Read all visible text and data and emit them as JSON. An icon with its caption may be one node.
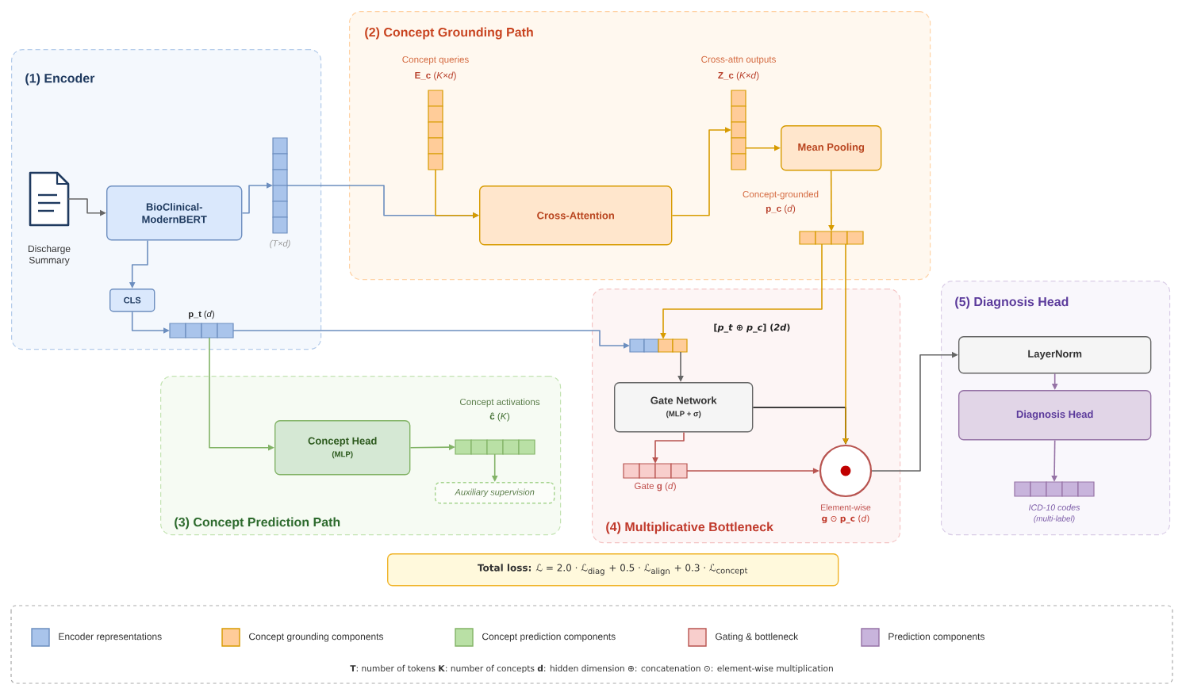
{
  "diagram": {
    "nodes": [
      {
        "text": [
          "(1) Encoder"
        ]
      },
      {
        "text": [],
        "shape": "picture",
        "in": 0,
        "beside": [
          "Discharge Summary"
        ]
      },
      {
        "text": [
          "BioClinical- ModernBERT"
        ],
        "in": 0
      },
      {
        "text": [],
        "shape": "bar",
        "in": 0,
        "beside": [
          "(T×d)"
        ]
      },
      {
        "text": [
          "CLS"
        ],
        "in": 0
      },
      {
        "text": [],
        "shape": "bar",
        "in": 0,
        "beside": [
          "**p_t** (*d*)"
        ]
      },
      {
        "text": [
          "(2) Concept Grounding Path"
        ]
      },
      {
        "text": [],
        "shape": "bar",
        "in": 6,
        "beside": [
          "Concept queries",
          "**E_c** (*K×d*)"
        ]
      },
      {
        "text": [
          "Cross-Attention"
        ],
        "in": 6
      },
      {
        "text": [],
        "shape": "bar",
        "in": 6,
        "beside": [
          "Cross-attn outputs",
          "**Z_c** (*K×d*)"
        ]
      },
      {
        "text": [
          "Mean Pooling"
        ],
        "in": 6
      },
      {
        "text": [],
        "shape": "bar",
        "in": 6,
        "beside": [
          "Concept-grounded",
          "**p_c** (*d*)"
        ]
      },
      {
        "text": [
          "(3) Concept Prediction Path"
        ]
      },
      {
        "text": [
          "Concept Head",
          "(MLP)"
        ],
        "in": 12
      },
      {
        "text": [],
        "shape": "bar",
        "in": 12,
        "beside": [
          "Concept activations",
          "**ĉ** (*K*)"
        ]
      },
      {
        "text": [
          "Auxiliary supervision"
        ],
        "in": 12
      },
      {
        "text": [
          "(4) Multiplicative Bottleneck"
        ]
      },
      {
        "text": [],
        "shape": "bar",
        "in": 16,
        "beside": [
          "[*p_t* ⊕ *p_c*] (*2d*)"
        ]
      },
      {
        "text": [
          "Gate Network",
          "(MLP + σ)"
        ],
        "in": 16
      },
      {
        "text": [],
        "shape": "bar",
        "in": 16,
        "beside": [
          "Gate **g** (*d*)"
        ]
      },
      {
        "text": [],
        "shape": "circle",
        "in": 16,
        "beside": [
          "Element-wise",
          "**g** ⊙ **p_c** (*d*)"
        ]
      },
      {
        "text": [
          "(5) Diagnosis Head"
        ]
      },
      {
        "text": [
          "LayerNorm"
        ],
        "in": 21
      },
      {
        "text": [
          "Diagnosis Head"
        ],
        "in": 21
      },
      {
        "text": [],
        "shape": "bar",
        "in": 21,
        "beside": [
          "ICD-10 codes",
          "(multi-label)"
        ]
      },
      {
        "text": [
          "**Total loss:** ℒ = 2.0 · ℒ$_{diag}$ + 0.5 · ℒ$_{align}$ + 0.3 · ℒ$_{concept}$"
        ]
      }
    ],
    "edges": [
      {
        "from": 1,
        "to": 2,
        "arrow": "to",
        "color": "#666666"
      },
      {
        "from": 2,
        "to": 3,
        "arrow": "to",
        "color": "#6c8ebf"
      },
      {
        "from": 2,
        "to": 4,
        "arrow": "to",
        "color": "#6c8ebf"
      },
      {
        "from": 4,
        "to": 5,
        "arrow": "to",
        "color": "#6c8ebf"
      },
      {
        "from": 3,
        "to": 8,
        "arrow": "to",
        "color": "#6c8ebf"
      },
      {
        "from": 7,
        "to": 8,
        "arrow": "to",
        "color": "#d79b00"
      },
      {
        "from": 8,
        "to": 9,
        "arrow": "to",
        "color": "#d79b00"
      },
      {
        "from": 9,
        "to": 10,
        "arrow": "to",
        "color": "#d79b00"
      },
      {
        "from": 10,
        "to": 11,
        "arrow": "to",
        "color": "#d79b00"
      },
      {
        "from": 5,
        "to": 17,
        "arrow": "to",
        "color": "#6c8ebf"
      },
      {
        "from": 11,
        "to": 17,
        "arrow": "to",
        "color": "#d79b00"
      },
      {
        "from": 11,
        "to": 20,
        "arrow": "to",
        "color": "#d79b00"
      },
      {
        "from": 5,
        "to": 13,
        "arrow": "to",
        "color": "#82b366"
      },
      {
        "from": 13,
        "to": 14,
        "arrow": "to",
        "color": "#82b366"
      },
      {
        "from": 14,
        "to": 15,
        "arrow": "to",
        "color": "#82b366"
      },
      {
        "from": 17,
        "to": 18,
        "arrow": "to",
        "color": "#666666"
      },
      {
        "from": 18,
        "to": 19,
        "arrow": "to",
        "color": "#b85450"
      },
      {
        "from": 19,
        "to": 20,
        "arrow": "to",
        "color": "#b85450"
      },
      {
        "from": 18,
        "to": 20,
        "arrow": "to",
        "color": "#000000"
      },
      {
        "from": 20,
        "to": 22,
        "arrow": "to",
        "color": "#666666"
      },
      {
        "from": 22,
        "to": 23,
        "arrow": "to",
        "color": "#9673a6"
      },
      {
        "from": 23,
        "to": 24,
        "arrow": "to",
        "color": "#9673a6"
      }
    ],
    "labels": [
      "**T**: number of tokens **K**: number of concepts **d**: hidden dimension ⊕: concatenation ⊙: element-wise multiplication"
    ],
    "legend": [
      {
        "text": "Encoder representations",
        "color": "#a9c4eb"
      },
      {
        "text": "Concept grounding components",
        "color": "#ffcc99"
      },
      {
        "text": "Concept prediction components",
        "color": "#b9e0a5"
      },
      {
        "text": "Gating & bottleneck",
        "color": "#f8cecc"
      },
      {
        "text": "Prediction components",
        "color": "#c8b4dc"
      }
    ]
  }
}
